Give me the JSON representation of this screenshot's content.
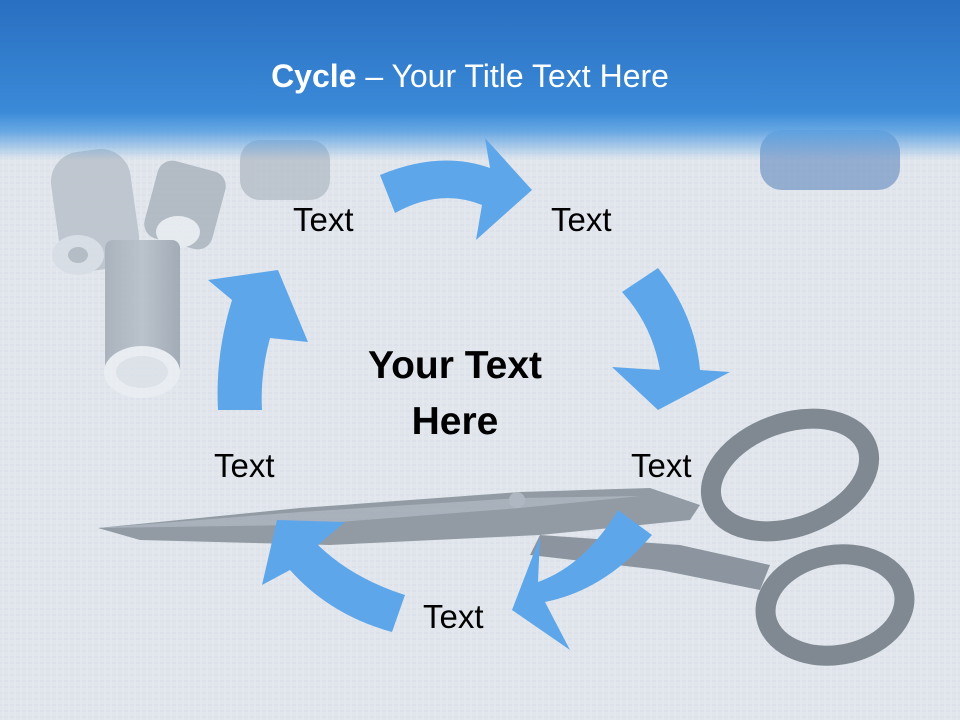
{
  "slide": {
    "title_bold": "Cycle",
    "title_rest": " – Your Title Text Here",
    "center_text": "Your Text Here",
    "labels": [
      "Text",
      "Text",
      "Text",
      "Text",
      "Text"
    ]
  },
  "colors": {
    "header": "#2a6fc1",
    "arrow": "#5ea6ea",
    "title_text": "#ffffff"
  },
  "background_image": "sewing threads and scissors on linen"
}
